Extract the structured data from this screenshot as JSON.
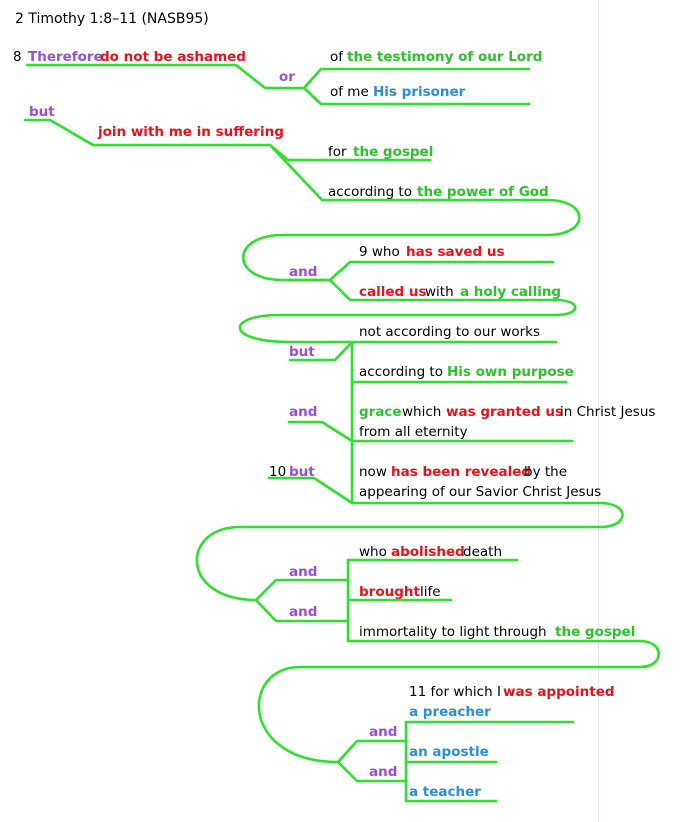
{
  "title": "2 Timothy 1:8–11 (NASB95)",
  "colors": {
    "line": "#2ee02e",
    "connective": "#9b4fd1",
    "verb": "#e3141b",
    "noun": "#2ec12e",
    "person": "#2a8fd8"
  },
  "lines": {
    "v8_num": "8",
    "therefore": "Therefore",
    "do_not_be_ashamed": "do not be ashamed",
    "or": "or",
    "of1": "of",
    "testimony": "the testimony of our Lord",
    "of_me": "of me",
    "his_prisoner": "His prisoner",
    "but1": "but",
    "join_with_me": "join with me in suffering",
    "for": "for",
    "the_gospel1": "the gospel",
    "according_to1": "according to",
    "power_of_god": "the power of God",
    "and1": "and",
    "v9_who": "9 who",
    "has_saved_us": "has saved us",
    "called_us": "called us",
    "with": "with",
    "holy_calling": "a holy calling",
    "but2": "but",
    "not_according": "not according to our works",
    "according_to2": "according to",
    "his_own_purpose": "His own purpose",
    "and2": "and",
    "grace": "grace",
    "which": "which",
    "was_granted_us": "was granted us",
    "in_christ_jesus": "in Christ Jesus",
    "from_all_eternity": "from all eternity",
    "v10_num": "10",
    "but3": "but",
    "now": "now",
    "has_been_revealed": "has been revealed",
    "by_the": "by the",
    "appearing": "appearing of our Savior Christ Jesus",
    "and3": "and",
    "who": "who",
    "abolished": "abolished",
    "death": "death",
    "and4": "and",
    "brought": "brought",
    "life": "life",
    "immortality": "immortality to light through",
    "the_gospel2": "the gospel",
    "v11_for_which_i": "11 for which I",
    "was_appointed": "was appointed",
    "a_preacher": "a preacher",
    "and5": "and",
    "an_apostle": "an apostle",
    "and6": "and",
    "a_teacher": "a teacher"
  }
}
